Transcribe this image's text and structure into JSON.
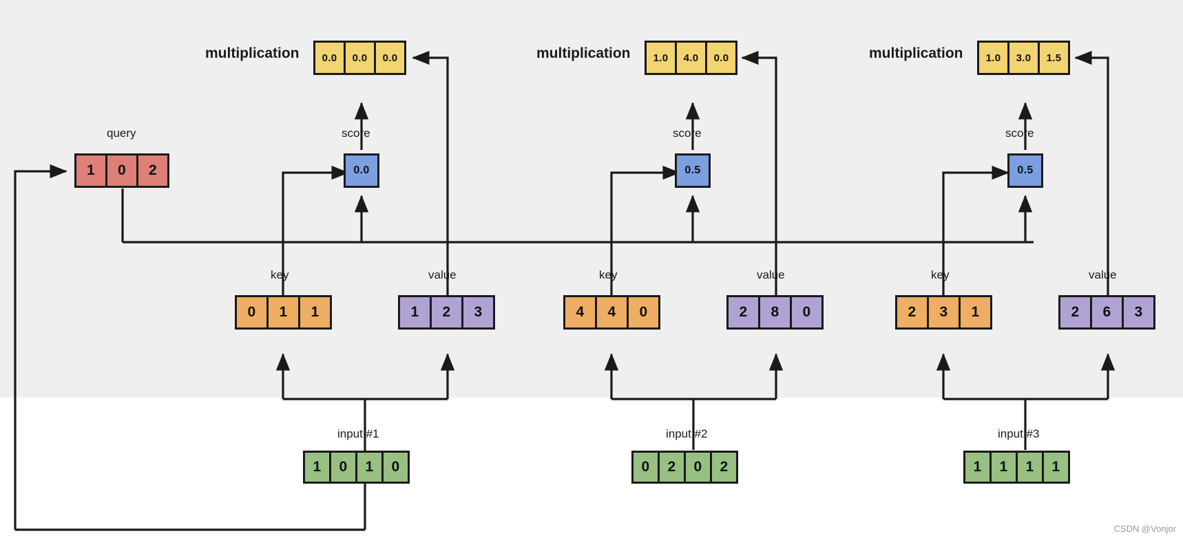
{
  "diagram": {
    "title_watermark": "CSDN @Vonjor",
    "colors": {
      "background": "#ffffff",
      "band": "#efefef",
      "query": "#de7f78",
      "key": "#eeae63",
      "value": "#b0a3d4",
      "score": "#7b9fe0",
      "multiplication": "#f3d472",
      "input": "#99c083",
      "stroke": "#1a1a1a"
    },
    "labels": {
      "query": "query",
      "key": "key",
      "value": "value",
      "score": "score",
      "multiplication": "multiplication"
    },
    "query": {
      "label": "query",
      "values": [
        "1",
        "0",
        "2"
      ]
    },
    "columns": [
      {
        "input_label": "input #1",
        "input_values": [
          "1",
          "0",
          "1",
          "0"
        ],
        "key_label": "key",
        "key_values": [
          "0",
          "1",
          "1"
        ],
        "value_label": "value",
        "value_values": [
          "1",
          "2",
          "3"
        ],
        "score_label": "score",
        "score_value": "0.0",
        "multiplication_label": "multiplication",
        "multiplication_values": [
          "0.0",
          "0.0",
          "0.0"
        ]
      },
      {
        "input_label": "input #2",
        "input_values": [
          "0",
          "2",
          "0",
          "2"
        ],
        "key_label": "key",
        "key_values": [
          "4",
          "4",
          "0"
        ],
        "value_label": "value",
        "value_values": [
          "2",
          "8",
          "0"
        ],
        "score_label": "score",
        "score_value": "0.5",
        "multiplication_label": "multiplication",
        "multiplication_values": [
          "1.0",
          "4.0",
          "0.0"
        ]
      },
      {
        "input_label": "input #3",
        "input_values": [
          "1",
          "1",
          "1",
          "1"
        ],
        "key_label": "key",
        "key_values": [
          "2",
          "3",
          "1"
        ],
        "value_label": "value",
        "value_values": [
          "2",
          "6",
          "3"
        ],
        "score_label": "score",
        "score_value": "0.5",
        "multiplication_label": "multiplication",
        "multiplication_values": [
          "1.0",
          "3.0",
          "1.5"
        ]
      }
    ]
  }
}
